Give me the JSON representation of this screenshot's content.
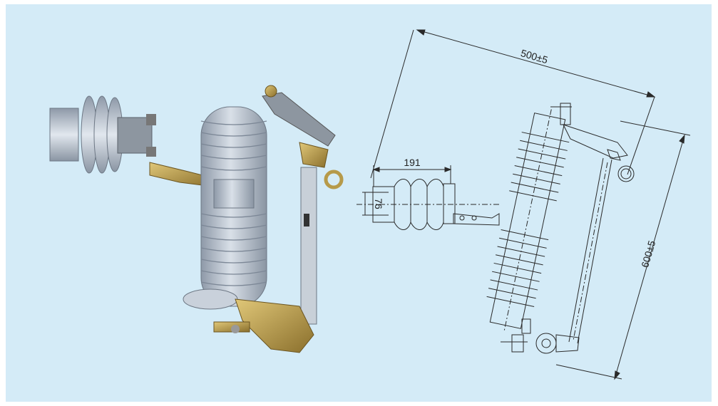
{
  "panel": {
    "background": "#d4ebf7"
  },
  "photo": {
    "subject": "drop-out fuse cutout photograph"
  },
  "drawing": {
    "dimensions": {
      "overall_width": "500±5",
      "overall_height": "600±5",
      "insulator_length": "191",
      "insulator_diameter": "76"
    }
  },
  "colors": {
    "porcelain": "#b9c3cf",
    "brass": "#b69a4a",
    "steel": "#8d96a0",
    "line": "#2a2a2a"
  }
}
